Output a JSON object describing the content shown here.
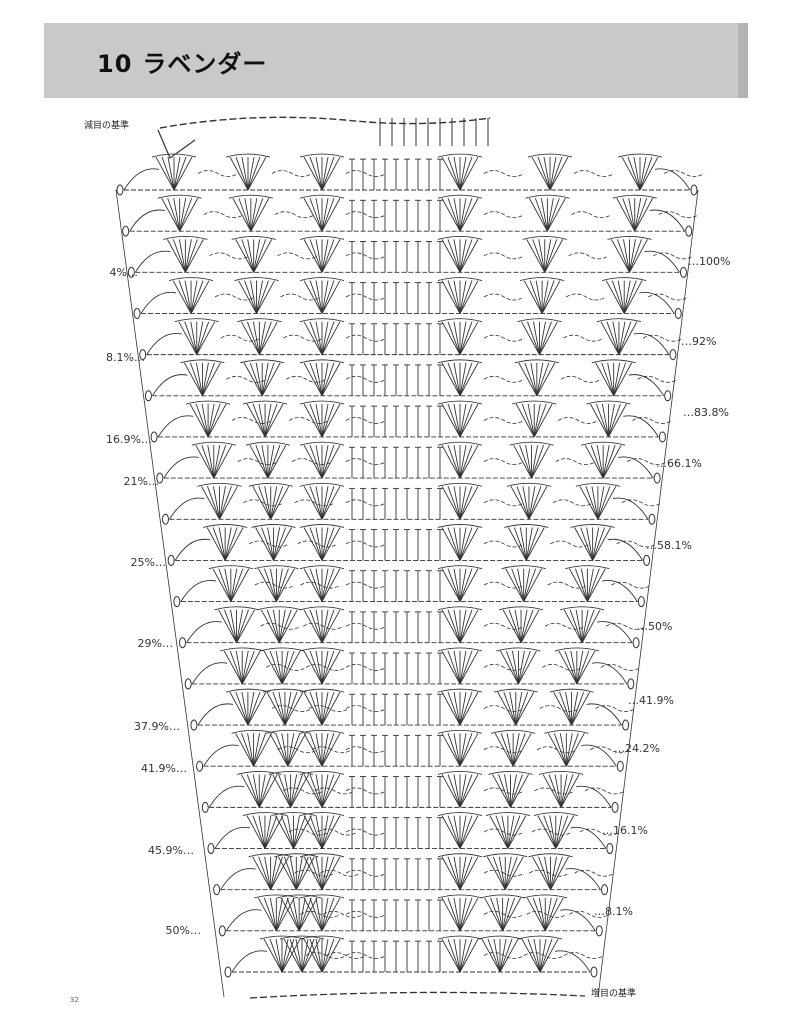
{
  "header": {
    "number": "10",
    "title": "ラベンダー"
  },
  "chart": {
    "top_label": "減目の基準",
    "bottom_label": "増目の基準",
    "page_number": "32",
    "left_marks": [
      "4%",
      "8.1%",
      "16.9%",
      "21%",
      "25%",
      "29%",
      "37.9%",
      "41.9%",
      "45.9%",
      "50%"
    ],
    "right_marks": [
      "100%",
      "92%",
      "83.8%",
      "66.1%",
      "58.1%",
      "50%",
      "41.9%",
      "24.2%",
      "16.1%",
      "8.1%"
    ],
    "row_count": 20,
    "colors": {
      "ink": "#333333",
      "band": "#c9c9c9"
    }
  }
}
